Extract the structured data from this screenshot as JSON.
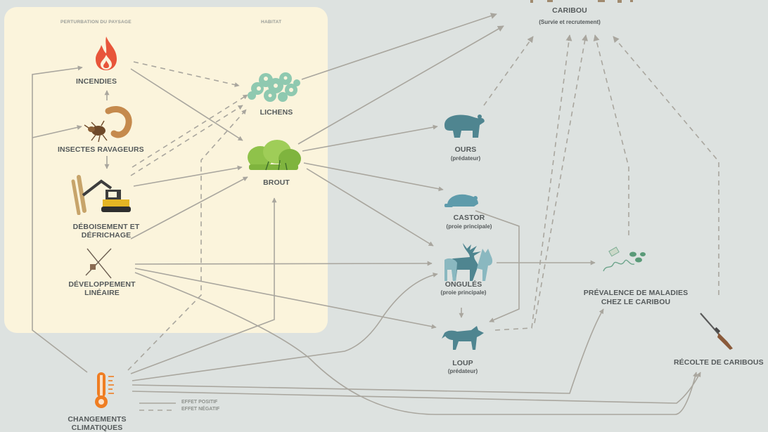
{
  "headers": {
    "landscape": "PERTURBATION DU PAYSAGE",
    "habitat": "HABITAT"
  },
  "nodes": {
    "caribou": {
      "title": "CARIBOU",
      "subtitle": "(Survie et recrutement)"
    },
    "incendies": {
      "title": "INCENDIES"
    },
    "insectes": {
      "title": "INSECTES RAVAGEURS"
    },
    "deboisement": {
      "title_line1": "DÉBOISEMENT ET",
      "title_line2": "DÉFRICHAGE"
    },
    "developpement": {
      "title_line1": "DÉVELOPPEMENT",
      "title_line2": "LINÉAIRE"
    },
    "lichens": {
      "title": "LICHENS"
    },
    "brout": {
      "title": "BROUT"
    },
    "ours": {
      "title": "OURS",
      "subtitle": "(prédateur)"
    },
    "castor": {
      "title": "CASTOR",
      "subtitle": "(proie principale)"
    },
    "ongules": {
      "title": "ONGULÉS",
      "subtitle": "(proie principale)"
    },
    "loup": {
      "title": "LOUP",
      "subtitle": "(prédateur)"
    },
    "maladies": {
      "title_line1": "PRÉVALENCE DE MALADIES",
      "title_line2": "CHEZ LE CARIBOU"
    },
    "recolte": {
      "title": "RÉCOLTE DE CARIBOUS"
    },
    "climat": {
      "title_line1": "CHANGEMENTS",
      "title_line2": "CLIMATIQUES"
    }
  },
  "legend": {
    "positive": "EFFET POSITIF",
    "negative": "EFFET NÉGATIF"
  },
  "colors": {
    "background": "#dde2e0",
    "panel": "#fbf4dc",
    "fire": "#e8553a",
    "insect": "#c58a4d",
    "lichen": "#8fc9b0",
    "shrub": "#8fc24a",
    "animal": "#4f8590",
    "beaver": "#5e9bab",
    "thermometer": "#ef7d22",
    "arrow": "#a9a69e",
    "text": "#555a5b"
  }
}
